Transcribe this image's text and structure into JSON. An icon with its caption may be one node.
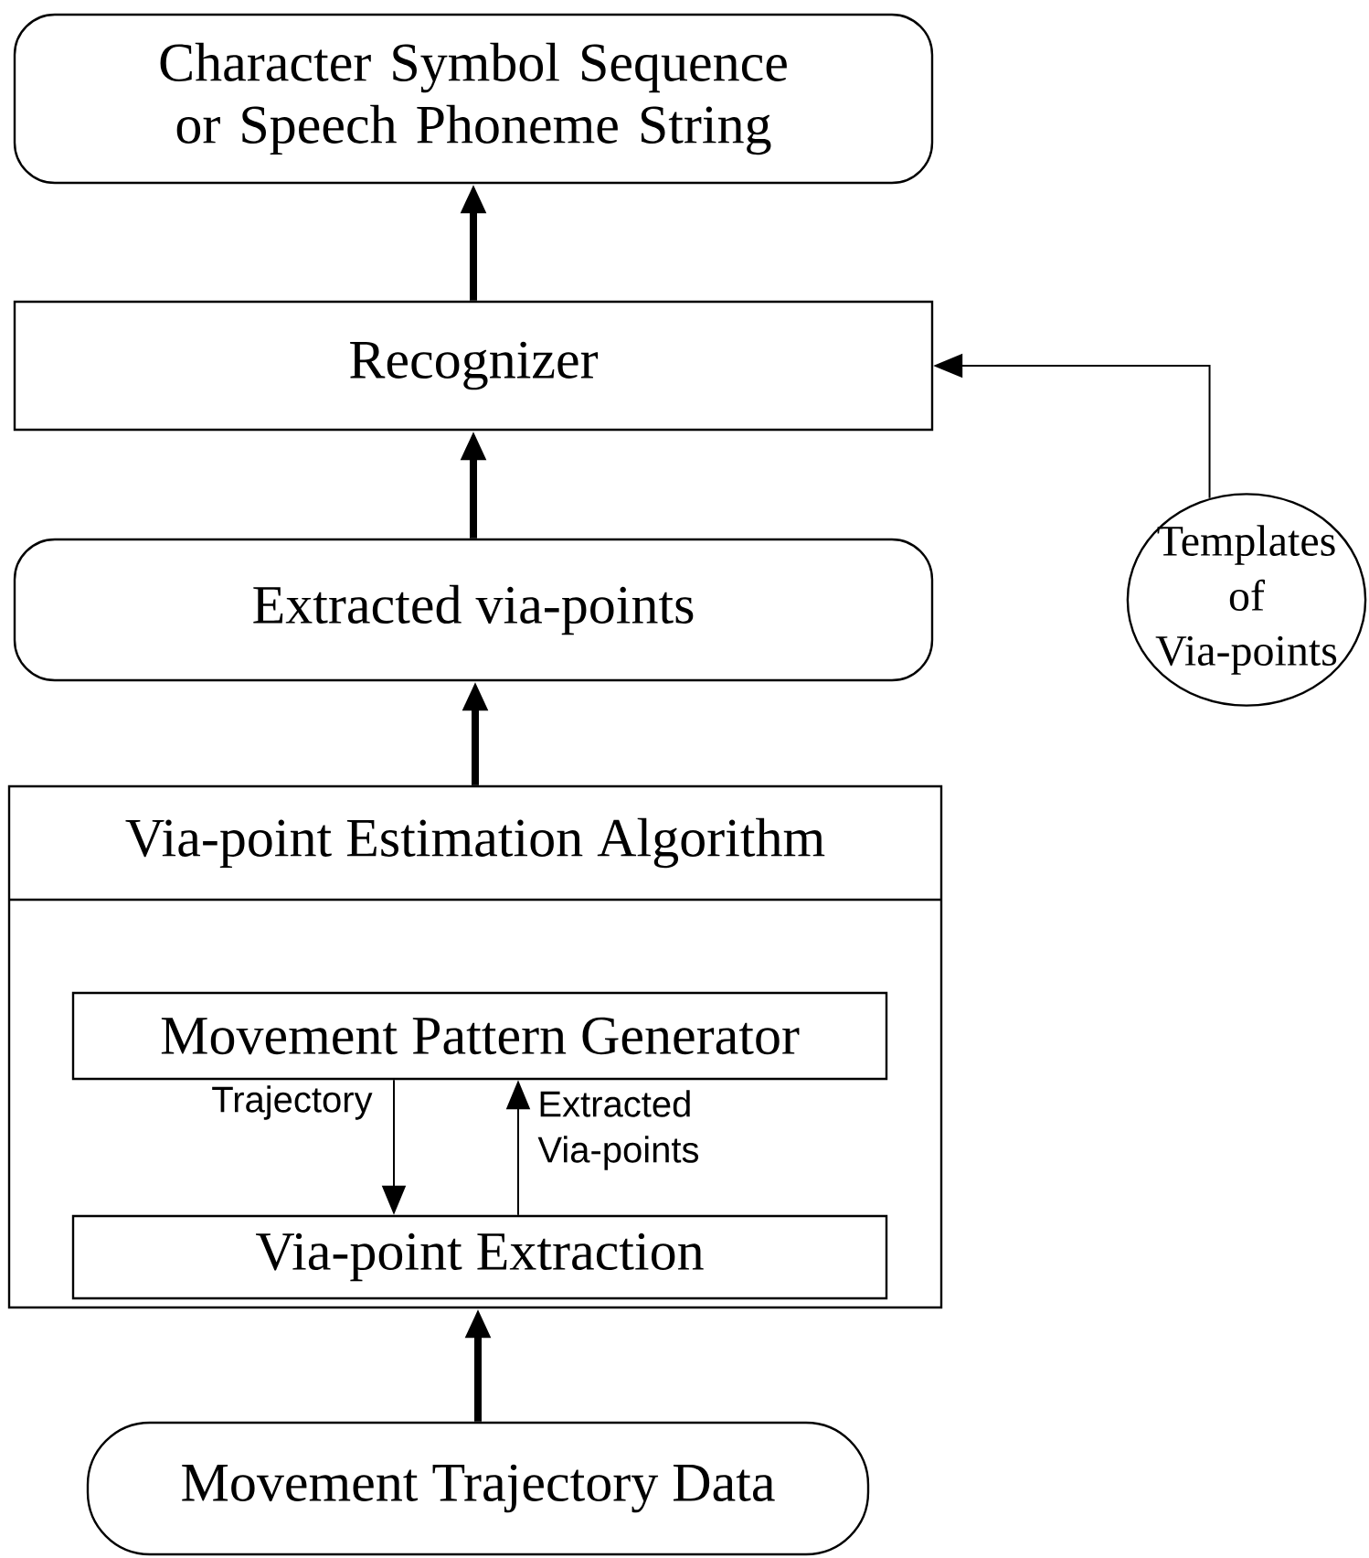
{
  "diagram": {
    "nodes": [
      {
        "text": [
          "Character Symbol Sequence or Speech Phoneme String"
        ]
      },
      {
        "text": [
          "Recognizer"
        ]
      },
      {
        "text": [
          "Templates of Via-points"
        ]
      },
      {
        "text": [
          "Extracted via-points"
        ]
      },
      {
        "text": [
          "Via-point Estimation Algorithm"
        ]
      },
      {
        "text": [
          "Movement Pattern Generator"
        ],
        "in": 4
      },
      {
        "text": [
          "Via-point Extraction"
        ],
        "in": 4
      },
      {
        "text": [
          "Movement Trajectory Data"
        ]
      }
    ],
    "edges": [
      {
        "from": 1,
        "to": 0,
        "arrow": "to"
      },
      {
        "from": 2,
        "to": 1,
        "arrow": "to"
      },
      {
        "from": 3,
        "to": 1,
        "arrow": "to"
      },
      {
        "from": 4,
        "to": 3,
        "arrow": "to"
      },
      {
        "from": 5,
        "to": 6,
        "arrow": "to",
        "label": "Trajectory"
      },
      {
        "from": 6,
        "to": 5,
        "arrow": "to",
        "label": "Extracted Via-points"
      },
      {
        "from": 7,
        "to": 4,
        "arrow": "to"
      }
    ]
  }
}
